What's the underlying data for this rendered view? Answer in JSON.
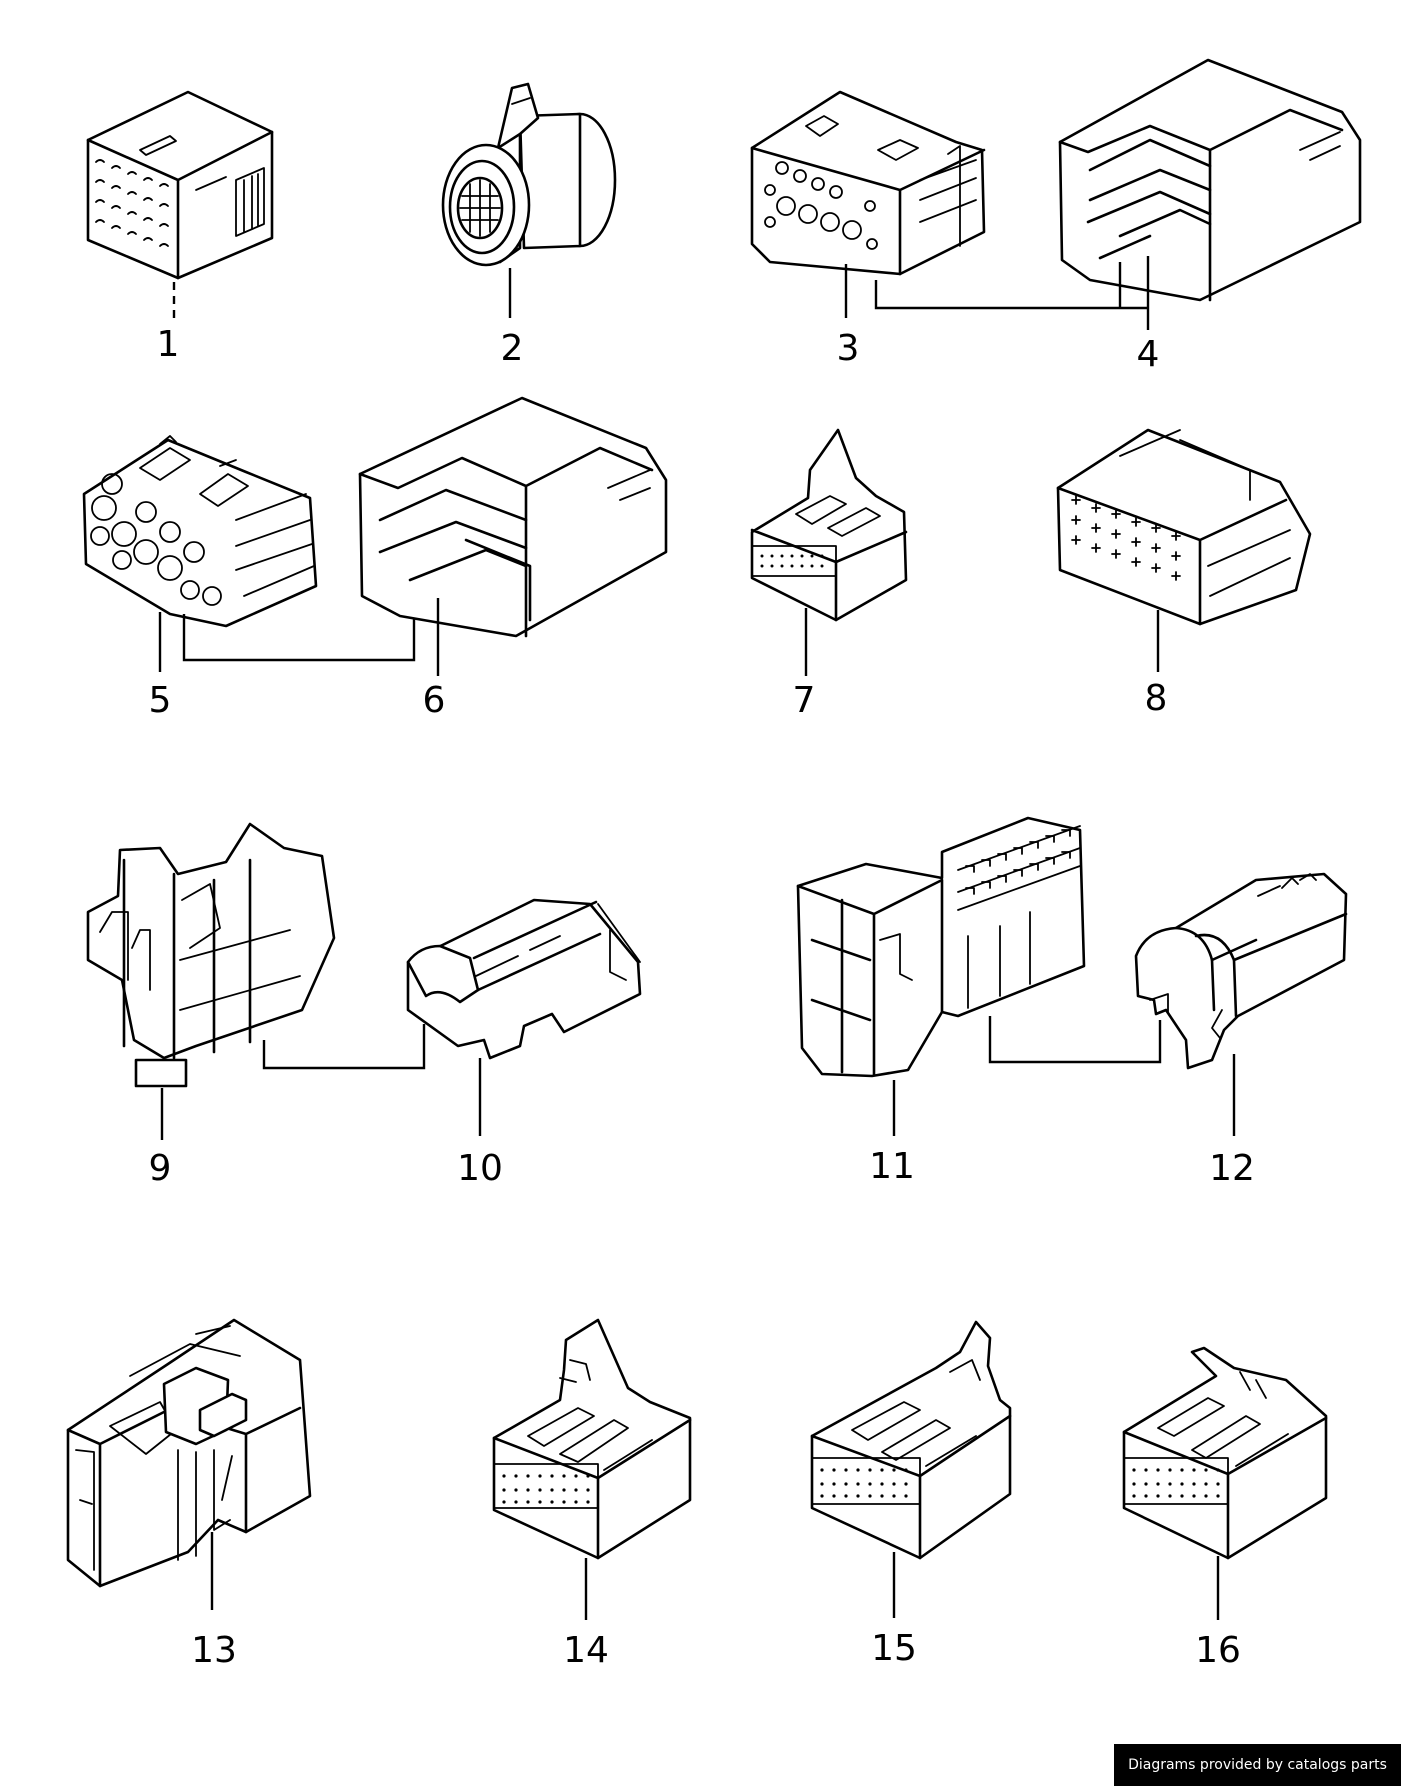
{
  "parts": [
    {
      "id": "part-1",
      "label": "1"
    },
    {
      "id": "part-2",
      "label": "2"
    },
    {
      "id": "part-3",
      "label": "3"
    },
    {
      "id": "part-4",
      "label": "4"
    },
    {
      "id": "part-5",
      "label": "5"
    },
    {
      "id": "part-6",
      "label": "6"
    },
    {
      "id": "part-7",
      "label": "7"
    },
    {
      "id": "part-8",
      "label": "8"
    },
    {
      "id": "part-9",
      "label": "9"
    },
    {
      "id": "part-10",
      "label": "10"
    },
    {
      "id": "part-11",
      "label": "11"
    },
    {
      "id": "part-12",
      "label": "12"
    },
    {
      "id": "part-13",
      "label": "13"
    },
    {
      "id": "part-14",
      "label": "14"
    },
    {
      "id": "part-15",
      "label": "15"
    },
    {
      "id": "part-16",
      "label": "16"
    }
  ],
  "footer": {
    "watermark": "Diagrams provided by catalogs parts"
  }
}
